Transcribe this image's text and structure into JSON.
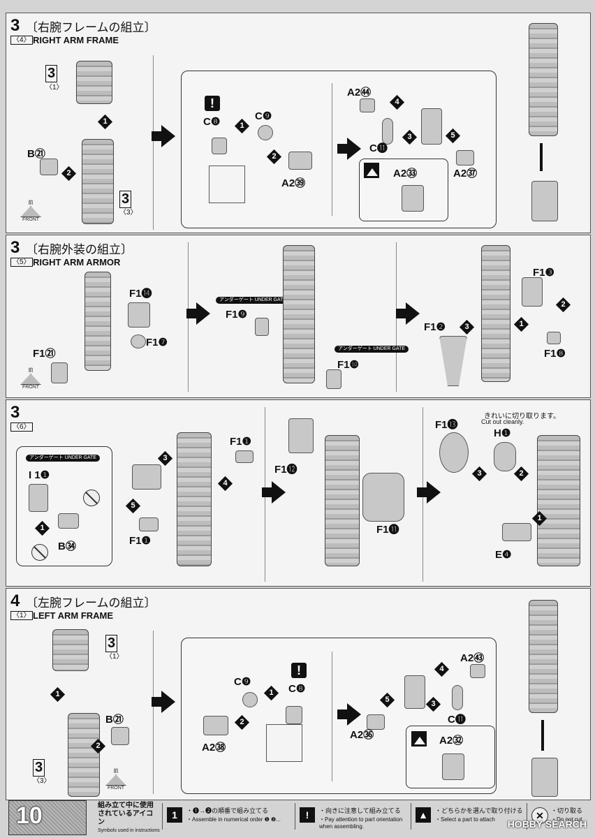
{
  "page_number": "10",
  "watermark": "HOBBY SEARCH",
  "sections": [
    {
      "step": "3",
      "sub": "〈4〉",
      "title_jp": "〔右腕フレームの組立〕",
      "title_en": "RIGHT ARM FRAME"
    },
    {
      "step": "3",
      "sub": "〈5〉",
      "title_jp": "〔右腕外装の組立〕",
      "title_en": "RIGHT ARM ARMOR"
    },
    {
      "step": "3",
      "sub": "〈6〉",
      "title_jp": "",
      "title_en": ""
    },
    {
      "step": "4",
      "sub": "〈1〉",
      "title_jp": "〔左腕フレームの組立〕",
      "title_en": "LEFT ARM FRAME"
    }
  ],
  "s1": {
    "ref_step": "3",
    "ref_sub": "〈1〉",
    "ref_step2": "3",
    "ref_sub2": "〈3〉",
    "b21": "B㉑",
    "c8": "C❽",
    "c9": "C❾",
    "a239": "A2㊴",
    "a254": "A2㊹",
    "c11": "C⓫",
    "a237": "A2㊲",
    "a233": "A2㉝",
    "front_jp": "前",
    "front_en": "FRONT"
  },
  "s2": {
    "f114": "F1⓮",
    "f17": "F1❼",
    "f121": "F1㉑",
    "f19": "F1❾",
    "f110": "F1❿",
    "f13": "F1❸",
    "f12": "F1❷",
    "f18": "F1❽",
    "gate": "アンダーゲート UNDER GATE",
    "front_jp": "前",
    "front_en": "FRONT"
  },
  "s3": {
    "gate": "アンダーゲート UNDER GATE",
    "i11": "I 1❶",
    "b34": "B㉞",
    "f11a": "F1❶",
    "f11b": "F1❶",
    "f112": "F1⓬",
    "f111": "F1⓫",
    "f113": "F1⓭",
    "h1": "H❶",
    "e4": "E❹",
    "note_jp": "きれいに切り取ります。",
    "note_en": "Cut out cleanly."
  },
  "s4": {
    "ref_step": "3",
    "ref_sub": "〈1〉",
    "ref_step2": "3",
    "ref_sub2": "〈3〉",
    "b21": "B㉑",
    "c9": "C❾",
    "c8": "C❽",
    "a238": "A2㊳",
    "a253": "A2㊸",
    "c11": "C⓫",
    "a236": "A2㊱",
    "a232": "A2㉜",
    "front_jp": "前",
    "front_en": "FRONT"
  },
  "footer": {
    "icons_jp": "組み立て中に使用されているアイコン",
    "icons_en": "Symbols used in instructions",
    "legend": [
      {
        "symbol": "1",
        "jp": "・❶→❷の順番で組み立てる",
        "en": "・Assemble in numerical order ❶ ❷..."
      },
      {
        "symbol": "!",
        "jp": "・向きに注意して組み立てる",
        "en": "・Pay attention to part orientation when assembling."
      },
      {
        "symbol": "▲",
        "jp": "・どちらかを選んで取り付ける",
        "en": "・Select a part to attach"
      },
      {
        "symbol": "✕",
        "jp": "・切り取る",
        "en": "・Do not cut."
      }
    ]
  },
  "colors": {
    "ink": "#111111",
    "paper": "#f4f4f4",
    "part": "#c8c8c8"
  }
}
